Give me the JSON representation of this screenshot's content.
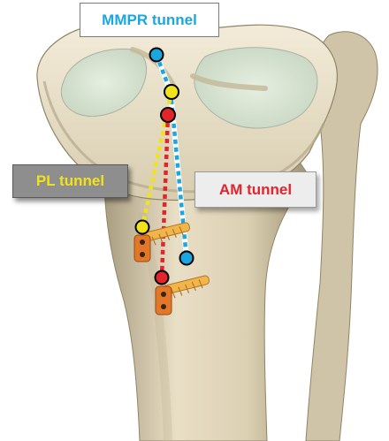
{
  "labels": {
    "mmpr": "MMPR tunnel",
    "pl": "PL tunnel",
    "am": "AM tunnel"
  },
  "colors": {
    "mmpr": "#1aa7e0",
    "pl": "#f2e21a",
    "am": "#e3242b",
    "bone": "#e6dcc2",
    "bone_shadow": "#b9ad8f",
    "cartilage": "#d6e4d0",
    "screw": "#f2b54a",
    "button": "#e2772a"
  },
  "icons": [
    "bone-illustration",
    "fixation-screw",
    "cortical-button"
  ]
}
